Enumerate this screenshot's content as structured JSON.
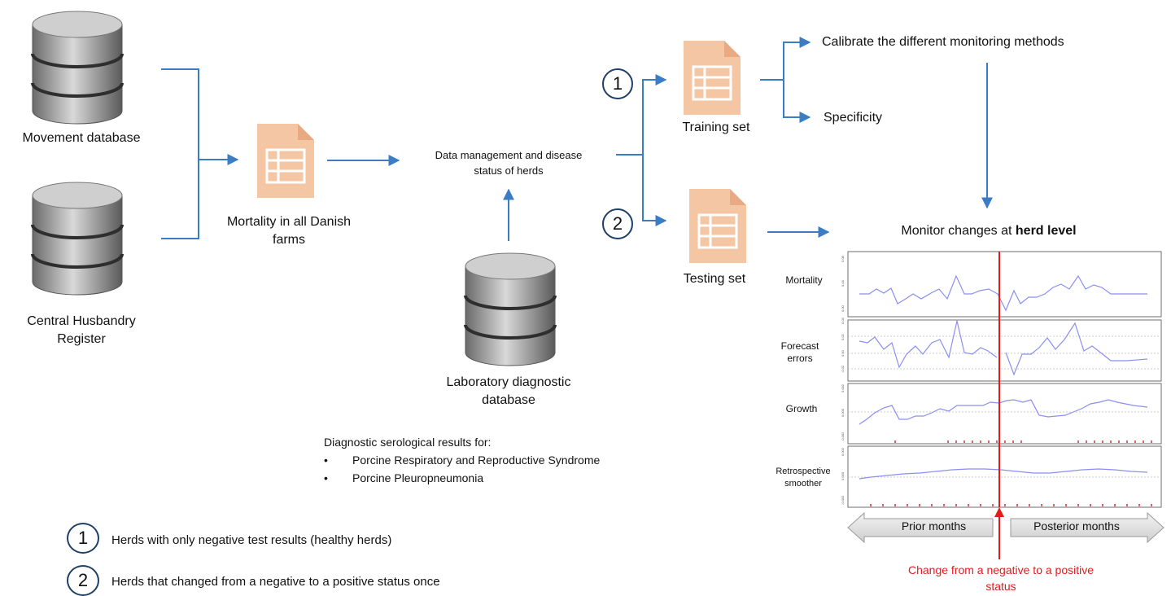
{
  "sources": {
    "movement_db": "Movement database",
    "husbandry_register_line1": "Central Husbandry",
    "husbandry_register_line2": "Register",
    "lab_db_line1": "Laboratory diagnostic",
    "lab_db_line2": "database"
  },
  "mortality": {
    "line1": "Mortality in all Danish",
    "line2": "farms"
  },
  "data_management": {
    "line1": "Data management and disease",
    "line2": "status of herds"
  },
  "diagnostics": {
    "heading": "Diagnostic serological results for:",
    "items": [
      "Porcine Respiratory and Reproductive Syndrome",
      "Porcine Pleuropneumonia"
    ],
    "bullet": "•"
  },
  "training": {
    "number": "1",
    "label": "Training set"
  },
  "testing": {
    "number": "2",
    "label": "Testing set"
  },
  "outcomes": {
    "calibrate": "Calibrate the different monitoring methods",
    "specificity": "Specificity"
  },
  "monitor": {
    "title_prefix": "Monitor changes at ",
    "title_bold": "herd level"
  },
  "panels": [
    {
      "label_line1": "Mortality",
      "label_line2": ""
    },
    {
      "label_line1": "Forecast",
      "label_line2": "errors"
    },
    {
      "label_line1": "Growth",
      "label_line2": ""
    },
    {
      "label_line1": "Retrospective",
      "label_line2": "smoother"
    }
  ],
  "ytick_labels": {
    "mortality": [
      "0.08",
      "0.04",
      "0.00"
    ],
    "forecast": [
      "0.04",
      "0.02",
      "0.00",
      "-0.02"
    ],
    "growth": [
      "0.002",
      "0.000",
      "-0.002"
    ],
    "smoother": [
      "0.002",
      "0.000",
      "-0.002"
    ]
  },
  "arrows": {
    "prior": "Prior months",
    "posterior": "Posterior months"
  },
  "change_note": {
    "line1": "Change from a negative to a positive",
    "line2": "status"
  },
  "legend": [
    {
      "number": "1",
      "text": "Herds with only negative test results (healthy herds)"
    },
    {
      "number": "2",
      "text": "Herds that changed from a negative to a positive status once"
    }
  ],
  "colors": {
    "arrow": "#3a7dc4",
    "circle_stroke": "#1f3f66",
    "doc_fill": "#f4c6a4",
    "doc_line": "#ffffff",
    "plot_line": "#8a8ff0",
    "change_red": "#e21b1b"
  },
  "icons": {
    "database": "database-cylinder-icon",
    "document": "spreadsheet-document-icon"
  }
}
